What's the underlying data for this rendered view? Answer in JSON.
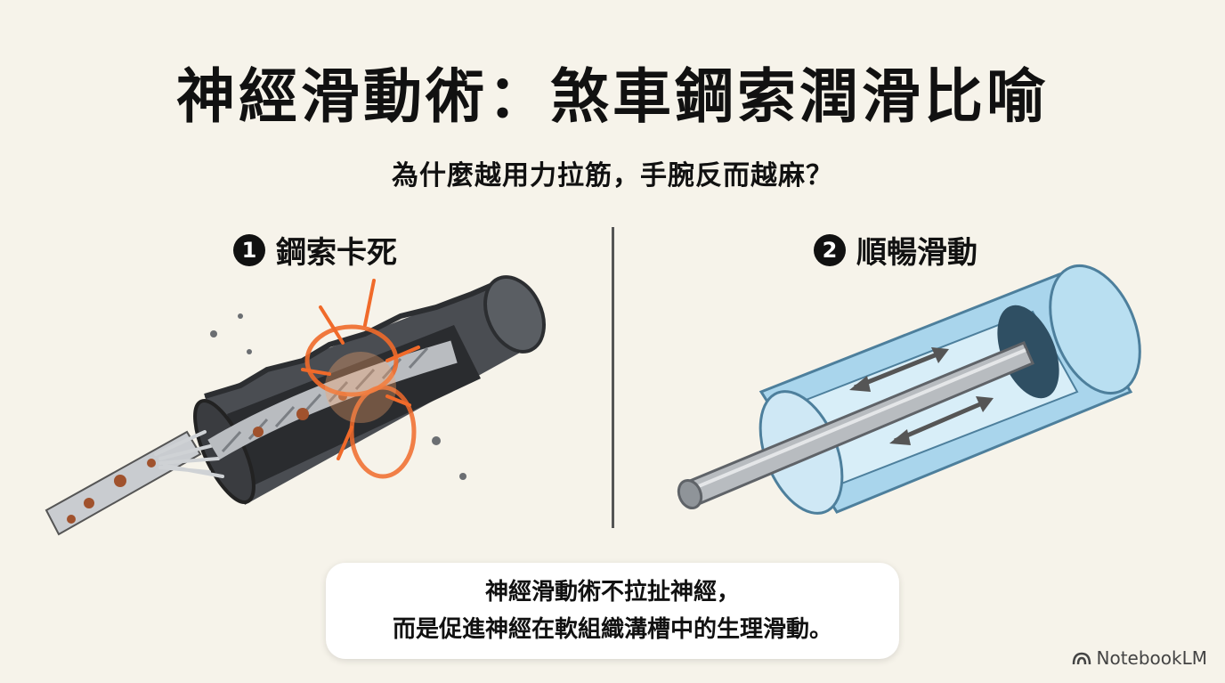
{
  "title": "神經滑動術：煞車鋼索潤滑比喻",
  "subtitle": "為什麼越用力拉筋，手腕反而越麻？",
  "panels": [
    {
      "number": "1",
      "label": "鋼索卡死"
    },
    {
      "number": "2",
      "label": "順暢滑動"
    }
  ],
  "caption": {
    "line1": "神經滑動術不拉扯神經，",
    "line2": "而是促進神經在軟組織溝槽中的生理滑動。"
  },
  "brand": {
    "name": "NotebookLM",
    "icon": "notebooklm-logo-icon"
  },
  "colors": {
    "background": "#f6f3ea",
    "stuck_sleeve": "#4a4d52",
    "rust": "#a0522d",
    "friction": "#f06a2a",
    "smooth_sleeve": "#a9d5ec",
    "rod": "#b8bcc0"
  }
}
